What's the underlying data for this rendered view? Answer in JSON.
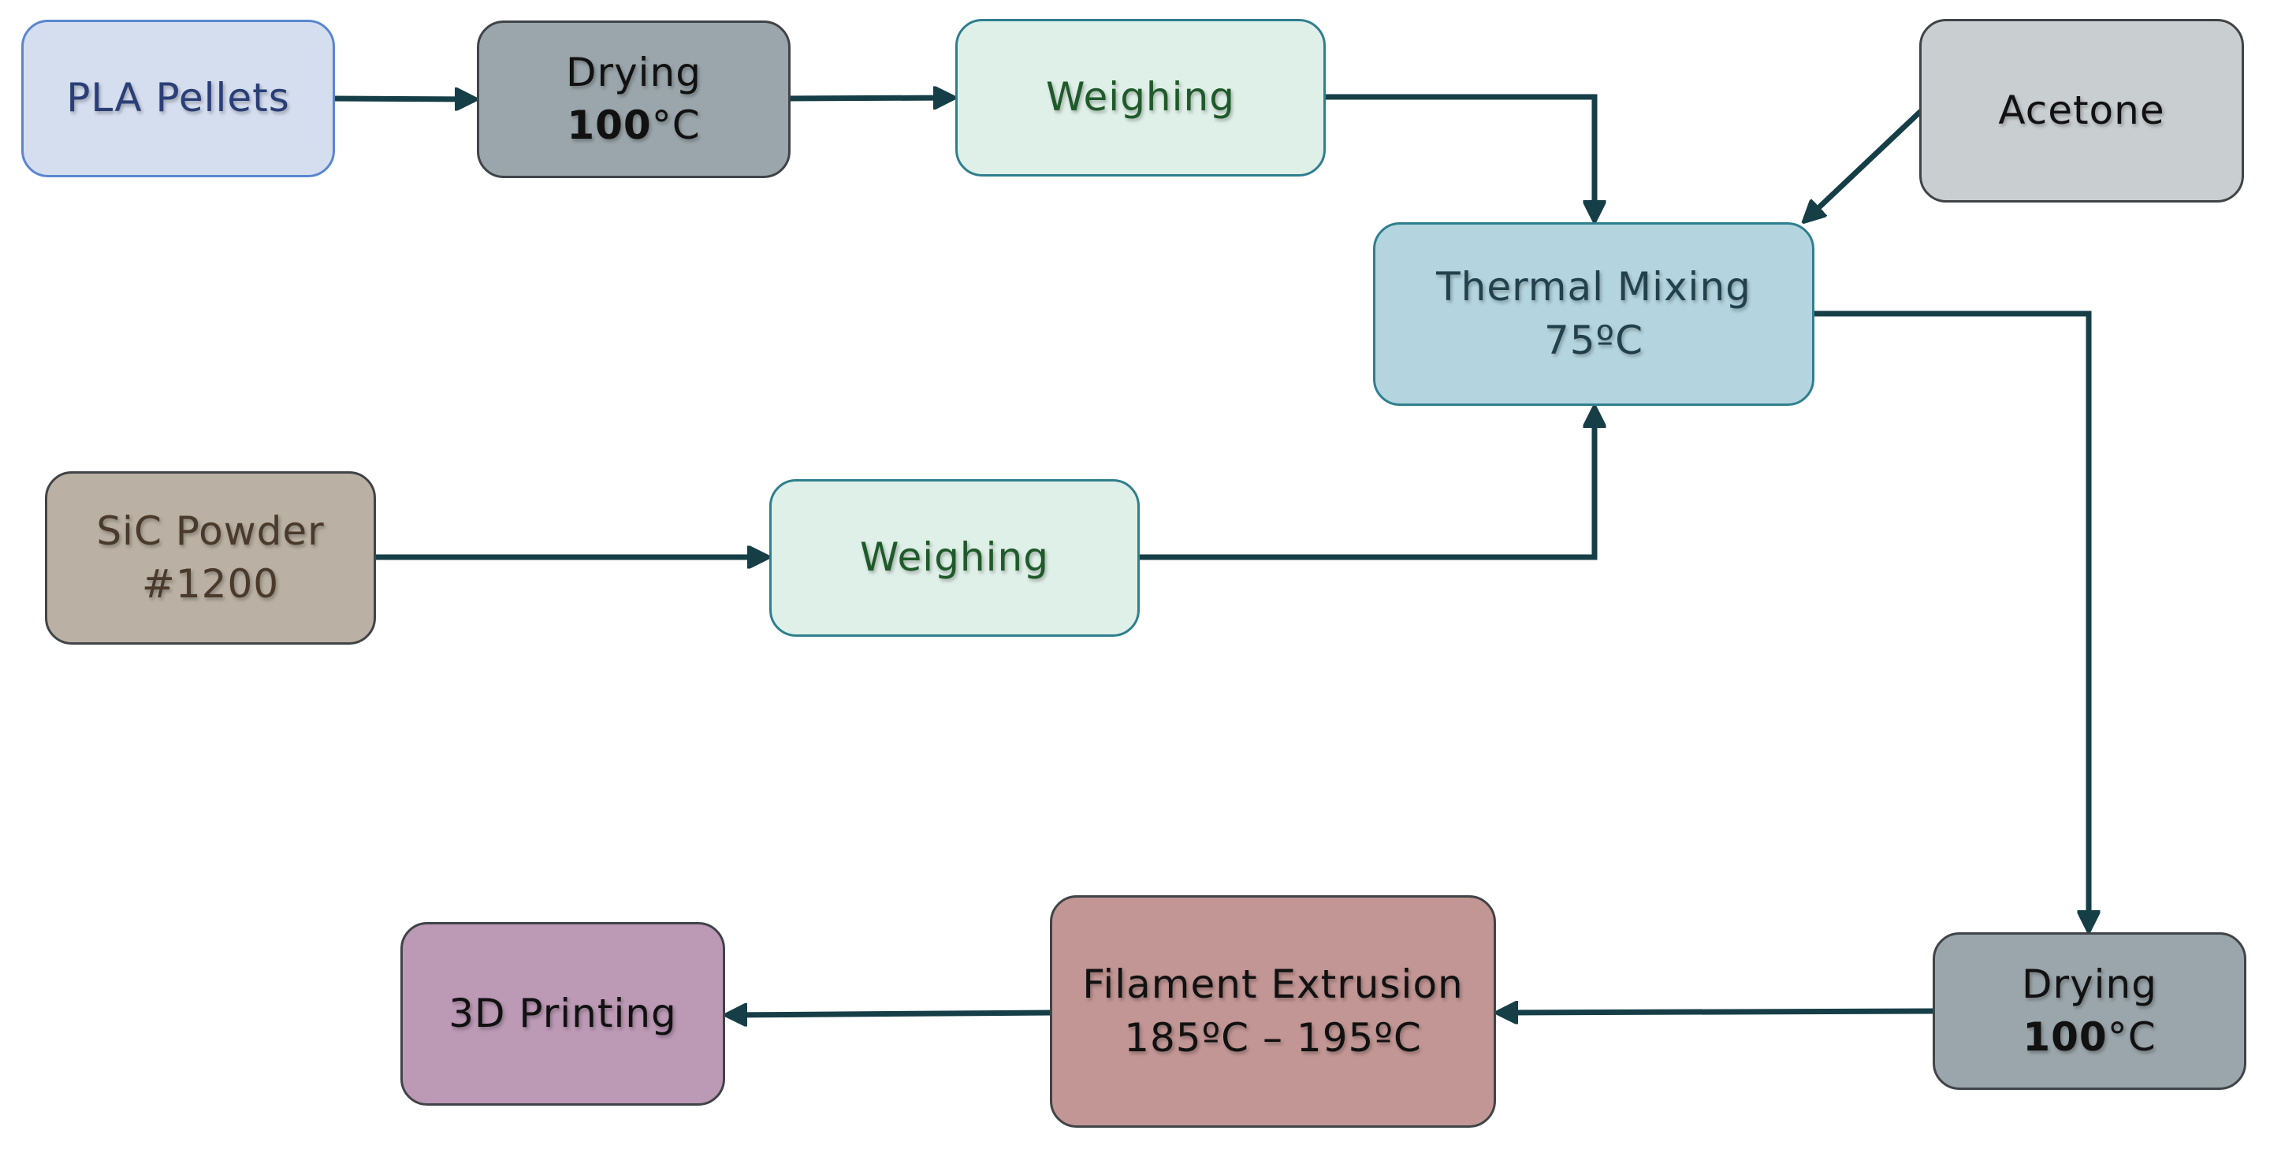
{
  "colors": {
    "arrow": "#163e47"
  },
  "nodes": {
    "pla_pellets": {
      "line1": "PLA Pellets"
    },
    "drying_1": {
      "line1": "Drying",
      "temp_value": "100",
      "temp_unit": "°C"
    },
    "weighing_1": {
      "line1": "Weighing"
    },
    "acetone": {
      "line1": "Acetone"
    },
    "thermal_mixing": {
      "line1": "Thermal Mixing",
      "line2": "75ºC"
    },
    "sic_powder": {
      "line1": "SiC Powder",
      "line2": "#1200"
    },
    "weighing_2": {
      "line1": "Weighing"
    },
    "printing": {
      "line1": "3D Printing"
    },
    "filament_extrusion": {
      "line1": "Filament Extrusion",
      "line2": "185ºC – 195ºC"
    },
    "drying_2": {
      "line1": "Drying",
      "temp_value": "100",
      "temp_unit": "°C"
    }
  }
}
